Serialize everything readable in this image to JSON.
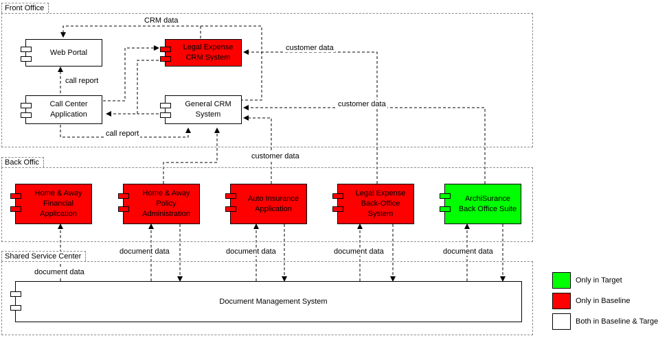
{
  "colors": {
    "target": "#00ff00",
    "baseline": "#ff0000",
    "both": "#ffffff"
  },
  "groups": {
    "front_office": "Front Office",
    "back_office": "Back Offic",
    "shared_service": "Shared Service Center"
  },
  "components": {
    "web_portal": "Web Portal",
    "legal_crm": "Legal Expense\nCRM System",
    "call_center": "Call Center\nApplication",
    "general_crm": "General CRM\nSystem",
    "home_financial": "Home & Away\nFinancial\nApplication",
    "home_policy": "Home & Away\nPolicy\nAdministration",
    "auto_insurance": "Auto Insurance\nApplication",
    "legal_backoffice": "Legal Expense\nBack-Office\nSystem",
    "archisurance": "ArchiSurance\nBack Office Suite",
    "dms": "Document Management System"
  },
  "edge_labels": {
    "crm_data": "CRM data",
    "customer_data_1": "customer data",
    "call_report_1": "call report",
    "customer_data_2": "customer data",
    "call_report_2": "call report",
    "customer_data_3": "customer data",
    "doc_data_1": "document data",
    "doc_data_2": "document data",
    "doc_data_3": "document data",
    "doc_data_4": "document data",
    "doc_data_5": "document data"
  },
  "legend": {
    "target": "Only in Target",
    "baseline": "Only in Baseline",
    "both": "Both  in Baseline & Targe"
  }
}
